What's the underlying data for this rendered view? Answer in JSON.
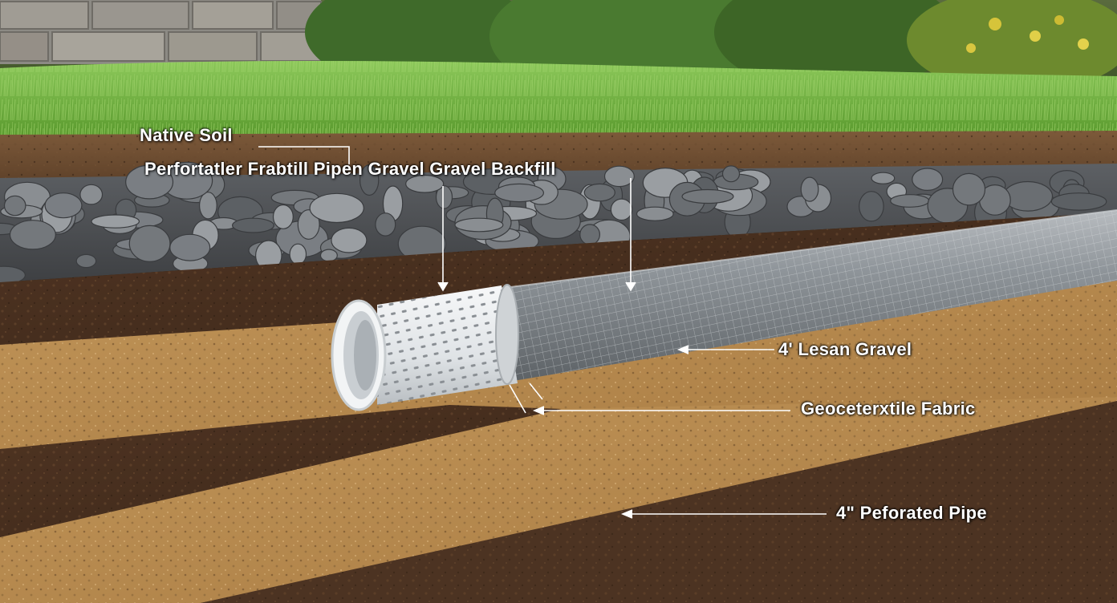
{
  "labels": {
    "native_soil": "Native Soil",
    "top_row": "Perfortatler Frabtill Pipen Gravel Gravel Backfill",
    "lesan_gravel": "4' Lesan Gravel",
    "geotextile": "Geoceterxtile Fabric",
    "perforated_pipe": "4\" Peforated Pipe"
  },
  "colors": {
    "grass": "#6fae3c",
    "topsoil": "#6b4a2e",
    "gravel": "#6c6f73",
    "dark_soil": "#4a3220",
    "sand": "#b88a4e",
    "pipe_white": "#e9ecee",
    "pipe_wrap": "#8b9196",
    "label_text": "#ffffff"
  }
}
